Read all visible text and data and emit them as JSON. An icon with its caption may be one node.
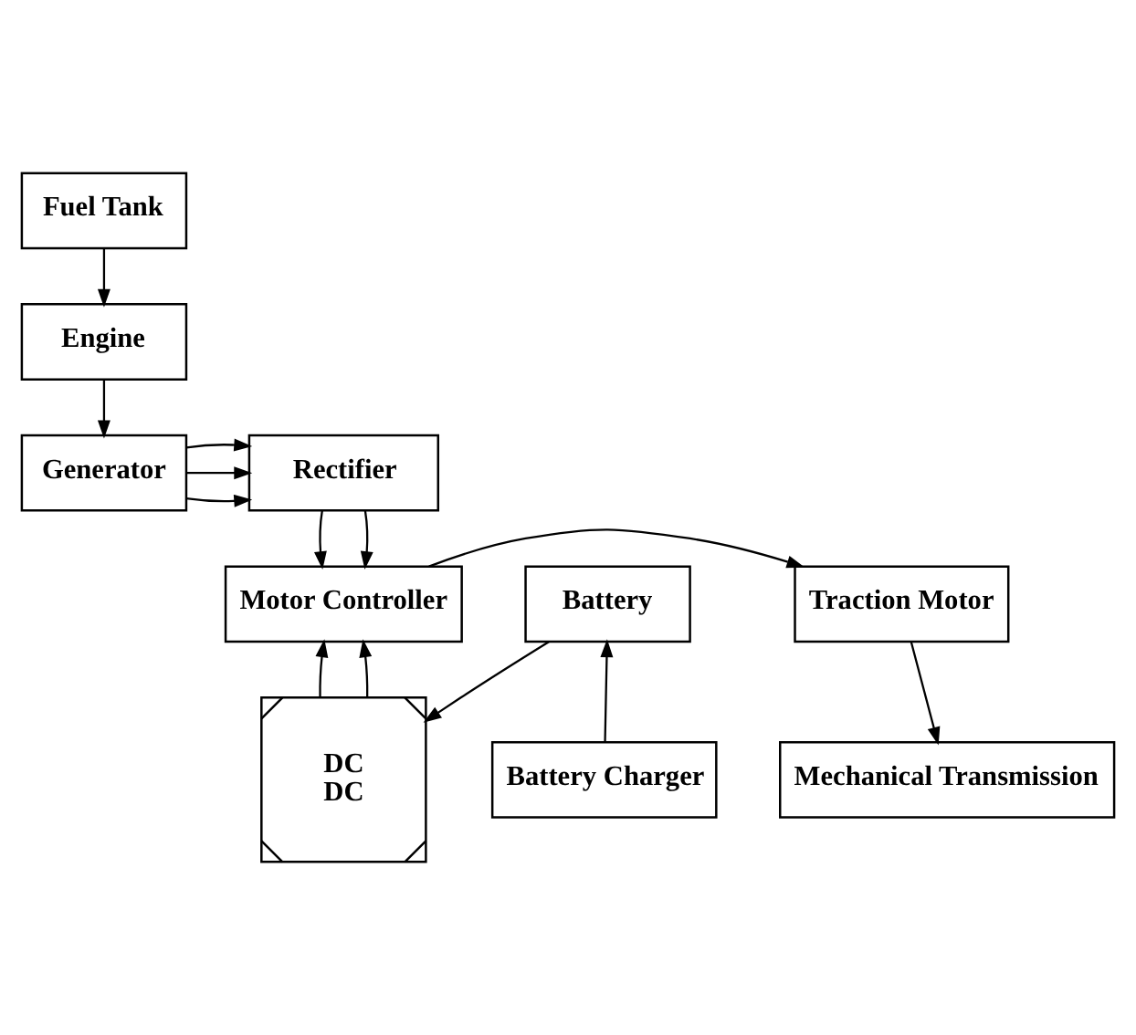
{
  "diagram": {
    "nodes": [
      {
        "text": [
          "Fuel Tank"
        ]
      },
      {
        "text": [
          "Engine"
        ]
      },
      {
        "text": [
          "Generator"
        ]
      },
      {
        "text": [
          "Rectifier"
        ]
      },
      {
        "text": [
          "DC",
          "DC"
        ]
      },
      {
        "text": [
          "Battery"
        ]
      },
      {
        "text": [
          "Motor Controller"
        ]
      },
      {
        "text": [
          "Traction Motor"
        ]
      },
      {
        "text": [
          "Battery Charger"
        ]
      },
      {
        "text": [
          "Mechanical Transmission"
        ]
      }
    ],
    "edges": [
      {
        "from": 0,
        "to": 1,
        "arrow": "to"
      },
      {
        "from": 1,
        "to": 2,
        "arrow": "to"
      },
      {
        "from": 2,
        "to": 3,
        "arrow": "to"
      },
      {
        "from": 2,
        "to": 3,
        "arrow": "to"
      },
      {
        "from": 2,
        "to": 3,
        "arrow": "to"
      },
      {
        "from": 3,
        "to": 6,
        "arrow": "to"
      },
      {
        "from": 3,
        "to": 6,
        "arrow": "to"
      },
      {
        "from": 4,
        "to": 6,
        "arrow": "to"
      },
      {
        "from": 4,
        "to": 6,
        "arrow": "to"
      },
      {
        "from": 5,
        "to": 4,
        "arrow": "to"
      },
      {
        "from": 8,
        "to": 5,
        "arrow": "to"
      },
      {
        "from": 6,
        "to": 7,
        "arrow": "to"
      },
      {
        "from": 7,
        "to": 9,
        "arrow": "to"
      }
    ]
  }
}
